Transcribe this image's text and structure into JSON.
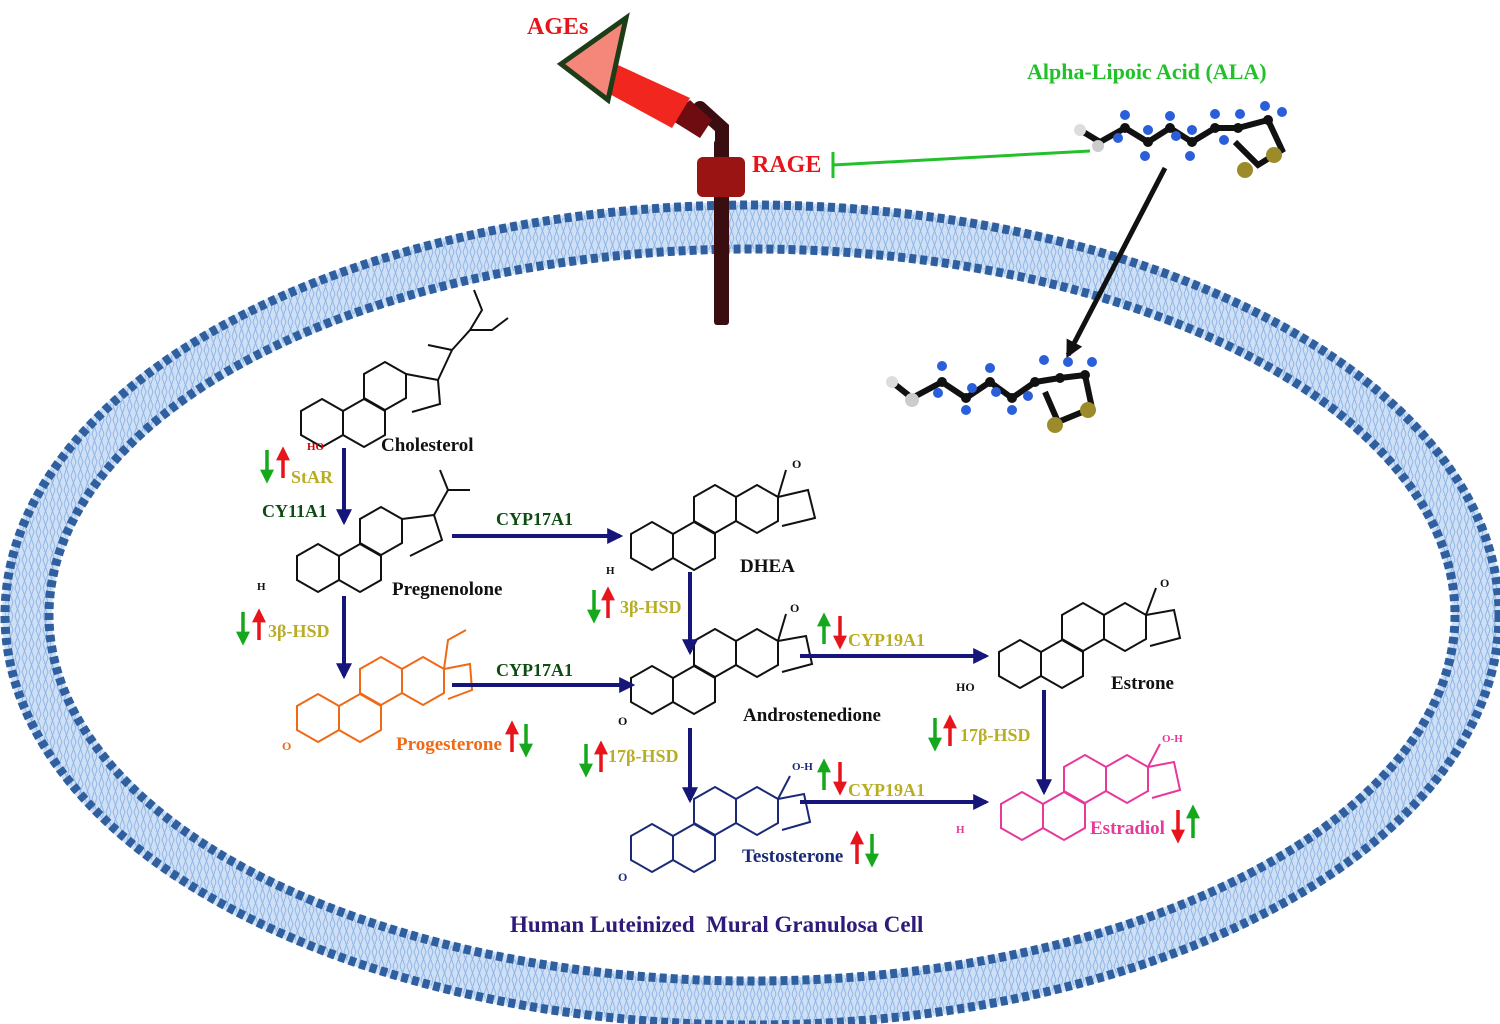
{
  "receptor": {
    "ligand_label": "AGEs",
    "receptor_label": "RAGE"
  },
  "ala": {
    "label": "Alpha-Lipoic Acid (ALA)"
  },
  "cell": {
    "label": "Human Luteinized  Mural Granulosa Cell"
  },
  "molecules": {
    "cholesterol": "Cholesterol",
    "pregnenolone": "Pregnenolone",
    "dhea": "DHEA",
    "progesterone": "Progesterone",
    "androstenedione": "Androstenedione",
    "estrone": "Estrone",
    "testosterone": "Testosterone",
    "estradiol": "Estradiol"
  },
  "enzymes": {
    "star": "StAR",
    "cyp11a1": "CY11A1",
    "hsd3b_a": "3β-HSD",
    "hsd3b_b": "3β-HSD",
    "cyp17a1_a": "CYP17A1",
    "cyp17a1_b": "CYP17A1",
    "cyp19a1_a": "CYP19A1",
    "cyp19a1_b": "CYP19A1",
    "hsd17b_a": "17β-HSD",
    "hsd17b_b": "17β-HSD"
  },
  "atoms": {
    "h": "H",
    "o": "O",
    "ho": "HO",
    "oh": "O-H"
  },
  "colors": {
    "red": "#e8141b",
    "green": "#16a81c",
    "enzyme_olive": "#b8ad25",
    "enzyme_dark": "#0d4d12",
    "arrow_navy": "#15157a",
    "progesterone": "#ef6a17",
    "testosterone": "#1b2a78",
    "estradiol": "#e6399b",
    "ala_label": "#22c12a",
    "cell_label": "#2f1a7a",
    "membrane": "#3a6fb0"
  }
}
